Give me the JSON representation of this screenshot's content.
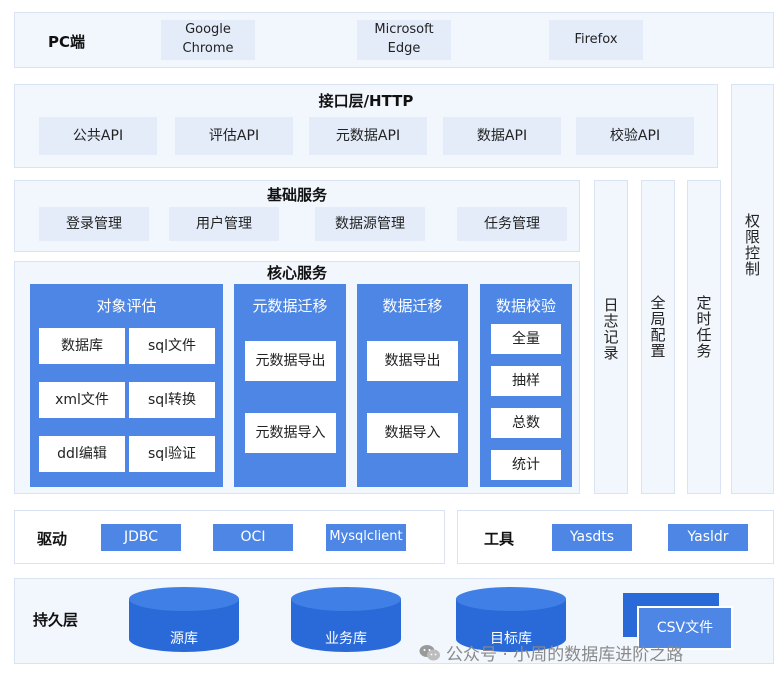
{
  "pc": {
    "title": "PC端",
    "browsers": [
      "Google\nChrome",
      "Microsoft\nEdge",
      "Firefox"
    ]
  },
  "api": {
    "title": "接口层/HTTP",
    "items": [
      "公共API",
      "评估API",
      "元数据API",
      "数据API",
      "校验API"
    ]
  },
  "base": {
    "title": "基础服务",
    "items": [
      "登录管理",
      "用户管理",
      "数据源管理",
      "任务管理"
    ]
  },
  "core": {
    "title": "核心服务",
    "eval": {
      "title": "对象评估",
      "items": [
        "数据库",
        "sql文件",
        "xml文件",
        "sql转换",
        "ddl编辑",
        "sql验证"
      ]
    },
    "meta": {
      "title": "元数据迁移",
      "items": [
        "元数据导出",
        "元数据导入"
      ]
    },
    "migrate": {
      "title": "数据迁移",
      "items": [
        "数据导出",
        "数据导入"
      ]
    },
    "verify": {
      "title": "数据校验",
      "items": [
        "全量",
        "抽样",
        "总数",
        "统计"
      ]
    }
  },
  "side": {
    "log": "日志记录",
    "config": "全局配置",
    "task": "定时任务",
    "auth": "权限控制"
  },
  "driver": {
    "title": "驱动",
    "items": [
      "JDBC",
      "OCI",
      "Mysqlclient"
    ]
  },
  "tools": {
    "title": "工具",
    "items": [
      "Yasdts",
      "Yasldr"
    ]
  },
  "persist": {
    "title": "持久层",
    "items": [
      "源库",
      "业务库",
      "目标库"
    ],
    "file": "CSV文件"
  },
  "watermark": "公众号 · 小周的数据库进阶之路",
  "colors": {
    "accent": "#4d86e4",
    "layer_bg": "#f2f6fd",
    "light_box": "#e4ecfa",
    "db": "#2a6ad8"
  }
}
